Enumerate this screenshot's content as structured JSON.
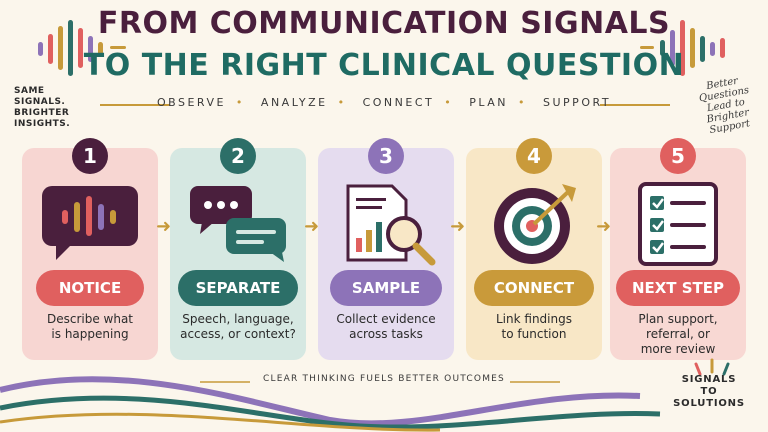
{
  "title": {
    "line1": "FROM COMMUNICATION SIGNALS",
    "line2": "TO THE RIGHT CLINICAL QUESTION"
  },
  "nav": [
    "OBSERVE",
    "ANALYZE",
    "CONNECT",
    "PLAN",
    "SUPPORT"
  ],
  "side_left": [
    "SAME",
    "SIGNALS.",
    "BRIGHTER",
    "INSIGHTS."
  ],
  "side_right": [
    "Better",
    "Questions",
    "Lead to",
    "Brighter",
    "Support"
  ],
  "steps": [
    {
      "number": "1",
      "label": "NOTICE",
      "desc": [
        "Describe what",
        "is happening"
      ],
      "icon": "voice-waveform-icon",
      "card_color": "#f7d6d2",
      "accent": "#e0605f",
      "number_color": "#4a1f3d"
    },
    {
      "number": "2",
      "label": "SEPARATE",
      "desc": [
        "Speech, language,",
        "access, or context?"
      ],
      "icon": "chat-bubbles-icon",
      "card_color": "#d6e8e2",
      "accent": "#2c6f68",
      "number_color": "#2c6f68"
    },
    {
      "number": "3",
      "label": "SAMPLE",
      "desc": [
        "Collect evidence",
        "across tasks"
      ],
      "icon": "document-magnifier-icon",
      "card_color": "#e5dcef",
      "accent": "#8d73b8",
      "number_color": "#8d73b8"
    },
    {
      "number": "4",
      "label": "CONNECT",
      "desc": [
        "Link findings",
        "to function"
      ],
      "icon": "target-arrow-icon",
      "card_color": "#f8e7c6",
      "accent": "#c99a3a",
      "number_color": "#c99a3a"
    },
    {
      "number": "5",
      "label": "NEXT STEP",
      "desc": [
        "Plan support,",
        "referral, or",
        "more review"
      ],
      "icon": "checklist-icon",
      "card_color": "#f8d8d3",
      "accent": "#e0605f",
      "number_color": "#e0605f"
    }
  ],
  "footer": "CLEAR THINKING FUELS BETTER OUTCOMES",
  "signals": [
    "SIGNALS",
    "TO SOLUTIONS"
  ],
  "colors": {
    "background": "#fbf6ec",
    "plum": "#4a1f3d",
    "teal": "#1f6b63",
    "gold": "#c79a3a"
  }
}
